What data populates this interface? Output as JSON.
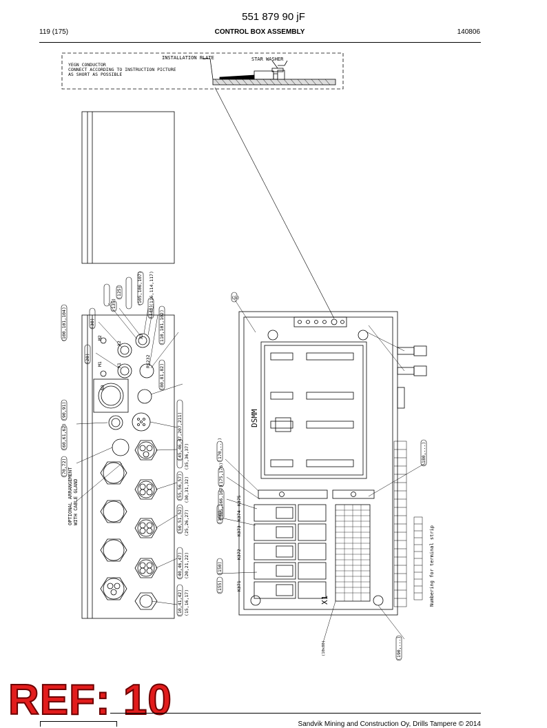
{
  "header": {
    "doc_number": "551 879 90 jF",
    "page_ref": "119 (175)",
    "section_title": "CONTROL BOX ASSEMBLY",
    "date": "140806"
  },
  "detail": {
    "installation_plate": "INSTALLATION PLATE",
    "star_washer": "STAR WASHER",
    "note_line1": "YEGN CONDUCTOR",
    "note_line2": "CONNECT ACCORDING TO INSTRUCTION PICTURE",
    "note_line3": "AS SHORT AS POSSIBLE"
  },
  "left_view": {
    "callouts": [
      "(105,106,107)",
      "(116,114,117)",
      "(125)",
      "(135)",
      "(140)",
      "(100,101,104)",
      "(30)",
      "(110,101,102)",
      "(20)",
      "(80,81,82)",
      "(90,91)",
      "(60,61,62)",
      "(70,72)",
      "(45,46,47,207,211)",
      "(35,36,37)",
      "(55,56,57)",
      "(30,31,32)",
      "(50,51,52)",
      "(25,26,27)",
      "(40,46,47)",
      "(20,21,22)",
      "(15,16,17)",
      "(10,41,42)"
    ],
    "labels": {
      "m1": "M1",
      "m2": "M2",
      "x1": "X1",
      "x2": "X2",
      "x3": "X3",
      "rs232": "RS232",
      "n3": "N3"
    },
    "gland_note_line1": "OPTIONAL ARRANGEMENT",
    "gland_note_line2": "WITH CABLE GLAND"
  },
  "right_view": {
    "module_label": "DSMM",
    "terminal_label": "X1",
    "relays": [
      "K371",
      "K372",
      "K373",
      "K374",
      "K375"
    ],
    "callouts": [
      "(5)",
      "(170,...)",
      "(175,176)",
      "(165,166,167)",
      "(160)",
      "(150)",
      "(155)",
      "(180,...)",
      "(190,...)",
      "(10x80)"
    ],
    "numbering_label": "Numbering for terminal strip"
  },
  "brand": {
    "ref_badge": "REF: 10"
  },
  "footer": {
    "copyright": "Sandvik Mining and Construction Oy, Drills Tampere © 2014"
  }
}
